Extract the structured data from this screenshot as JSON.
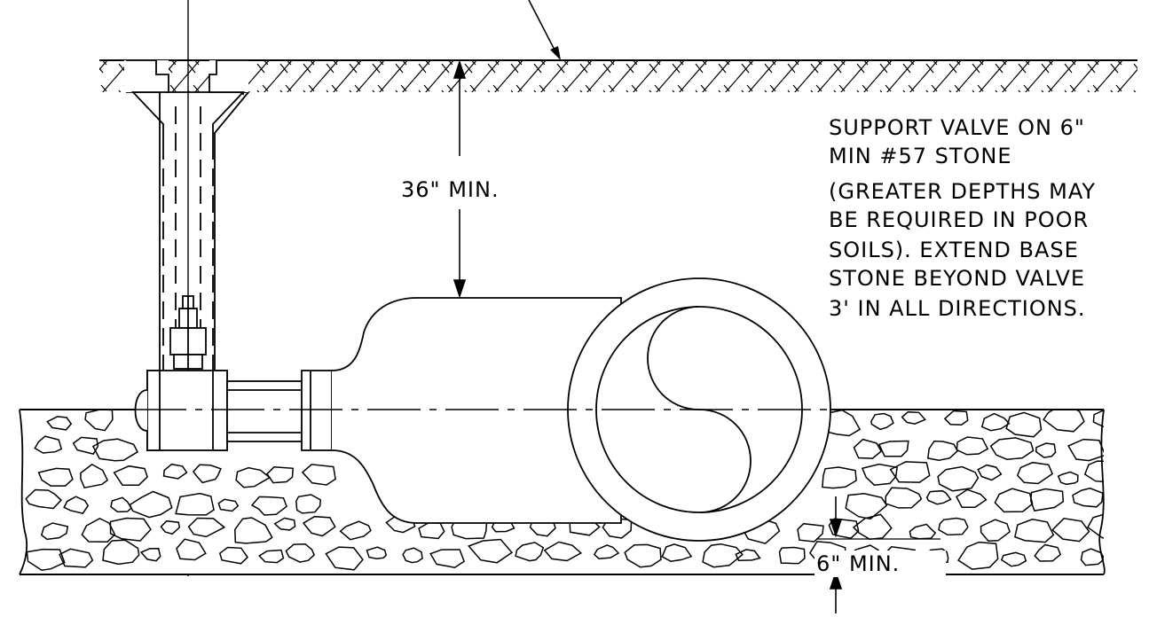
{
  "labels": {
    "cover_depth": "36\" MIN.",
    "stone_depth": "6\" MIN."
  },
  "note_lines": [
    "SUPPORT VALVE ON 6\"",
    "MIN #57 STONE",
    "(GREATER DEPTHS MAY",
    "BE REQUIRED IN POOR",
    "SOILS). EXTEND BASE",
    "STONE BEYOND VALVE",
    "3' IN ALL DIRECTIONS."
  ],
  "colors": {
    "line": "#000000",
    "background": "#ffffff"
  }
}
